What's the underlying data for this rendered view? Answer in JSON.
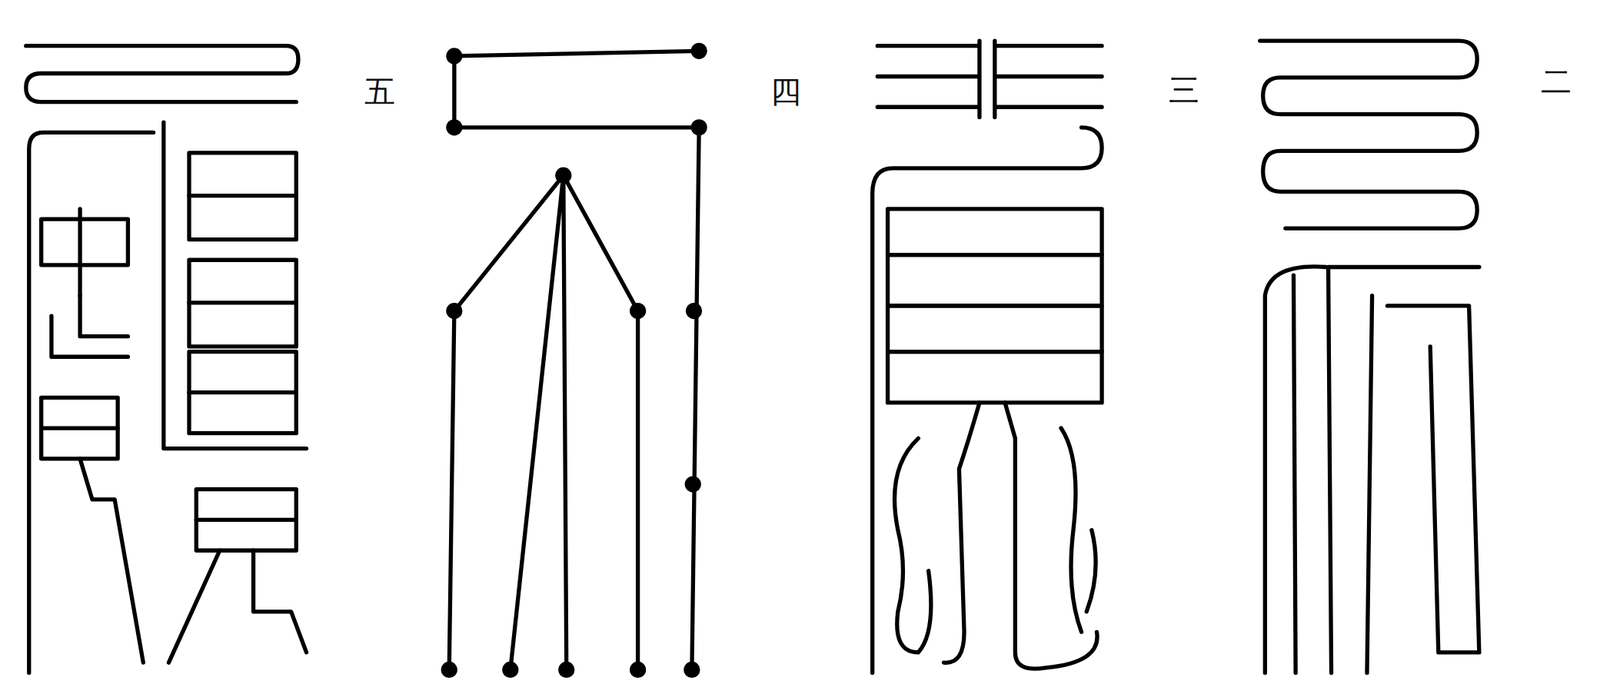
{
  "diagram": {
    "labels": [
      "五",
      "四",
      "三",
      "二"
    ]
  }
}
